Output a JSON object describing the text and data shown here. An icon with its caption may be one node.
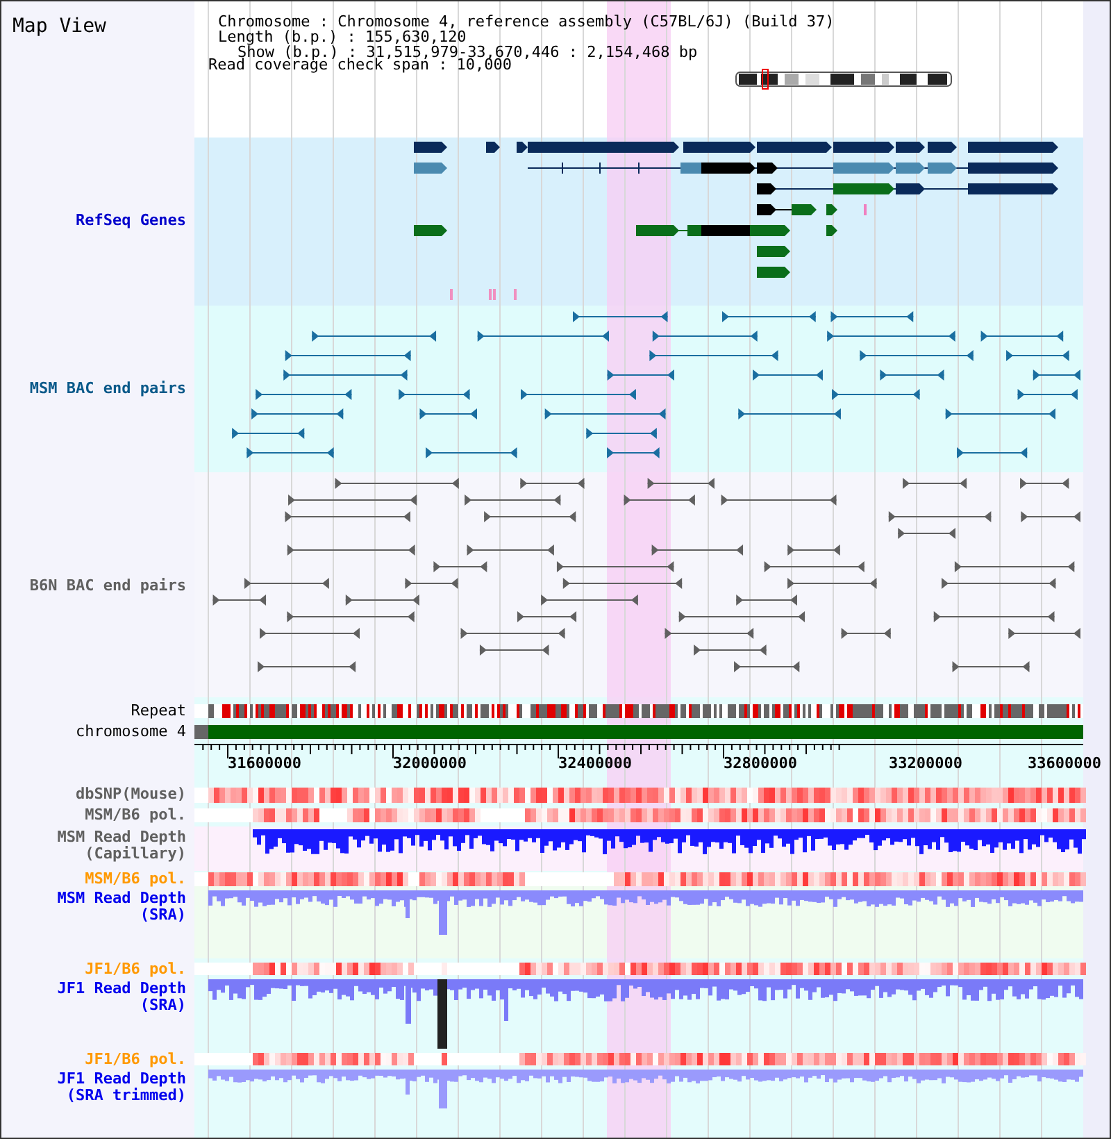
{
  "diagram": {
    "title": "Map View",
    "labels": [
      "Chromosome : Chromosome 4, reference assembly (C57BL/6J) (Build 37)",
      "Length (b.p.) : 155,630,120",
      "Show (b.p.) : 31,515,979-33,670,446 : 2,154,468 bp",
      "Read coverage check span : 10,000",
      "RefSeq Genes",
      "MSM BAC end pairs",
      "B6N BAC end pairs",
      "Repeat",
      "chromosome 4",
      "31600000",
      "32000000",
      "32400000",
      "32800000",
      "33200000",
      "33600000",
      "dbSNP(Mouse)",
      "MSM/B6 pol.",
      "MSM Read Depth (Capillary)",
      "MSM/B6 pol.",
      "MSM Read Depth (SRA)",
      "JF1/B6 pol.",
      "JF1 Read Depth (SRA)",
      "JF1/B6 pol.",
      "JF1 Read Depth (SRA trimmed)"
    ]
  }
}
